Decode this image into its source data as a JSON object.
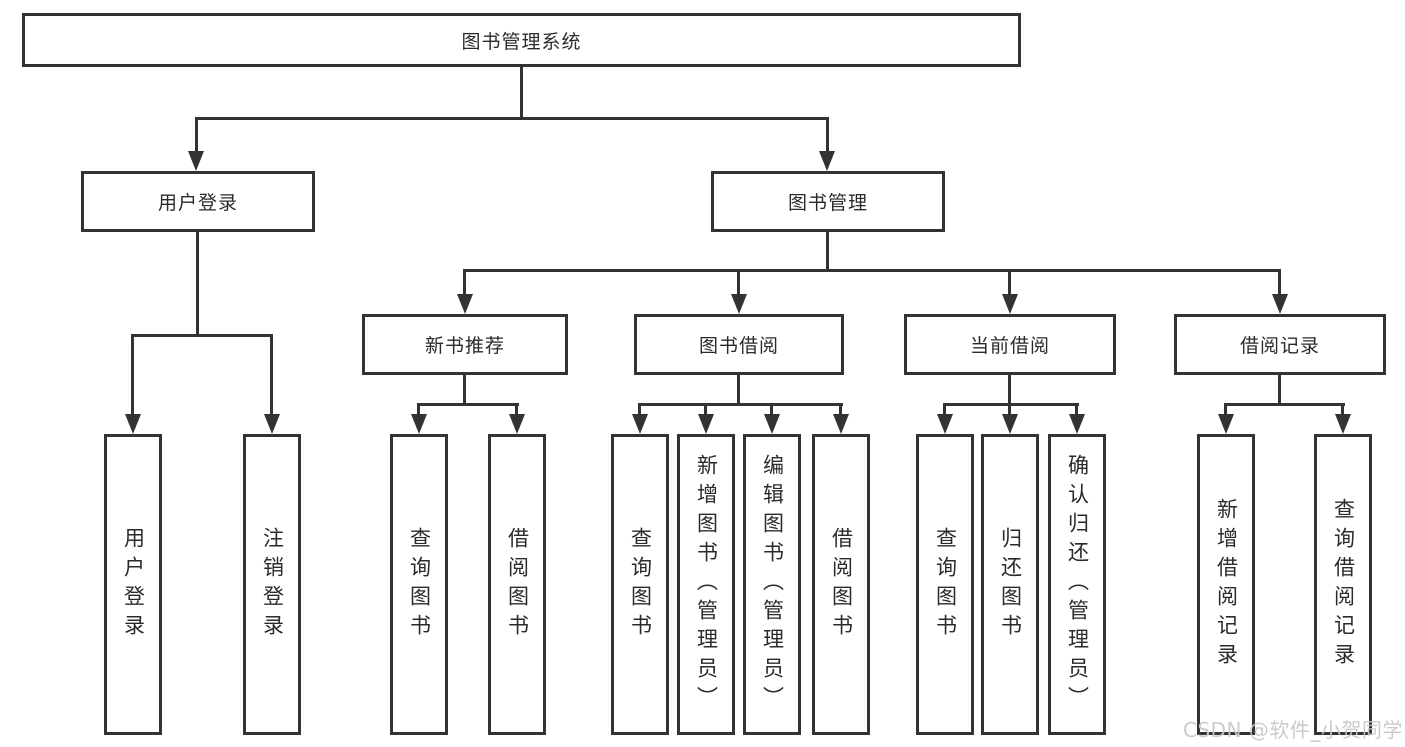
{
  "colors": {
    "line": "#333333",
    "text": "#2b2b2b",
    "background": "#ffffff",
    "watermark": "#c9c9c9"
  },
  "tree": {
    "root": "图书管理系统",
    "branches": [
      {
        "label": "用户登录",
        "children": [
          {
            "label": "用户登录"
          },
          {
            "label": "注销登录"
          }
        ]
      },
      {
        "label": "图书管理",
        "children": [
          {
            "label": "新书推荐",
            "children": [
              {
                "label": "查询图书"
              },
              {
                "label": "借阅图书"
              }
            ]
          },
          {
            "label": "图书借阅",
            "children": [
              {
                "label": "查询图书"
              },
              {
                "label": "新增图书（管理员）"
              },
              {
                "label": "编辑图书（管理员）"
              },
              {
                "label": "借阅图书"
              }
            ]
          },
          {
            "label": "当前借阅",
            "children": [
              {
                "label": "查询图书"
              },
              {
                "label": "归还图书"
              },
              {
                "label": "确认归还（管理员）"
              }
            ]
          },
          {
            "label": "借阅记录",
            "children": [
              {
                "label": "新增借阅记录"
              },
              {
                "label": "查询借阅记录"
              }
            ]
          }
        ]
      }
    ]
  },
  "watermark": {
    "text": "CSDN @软件_小贺同学"
  }
}
